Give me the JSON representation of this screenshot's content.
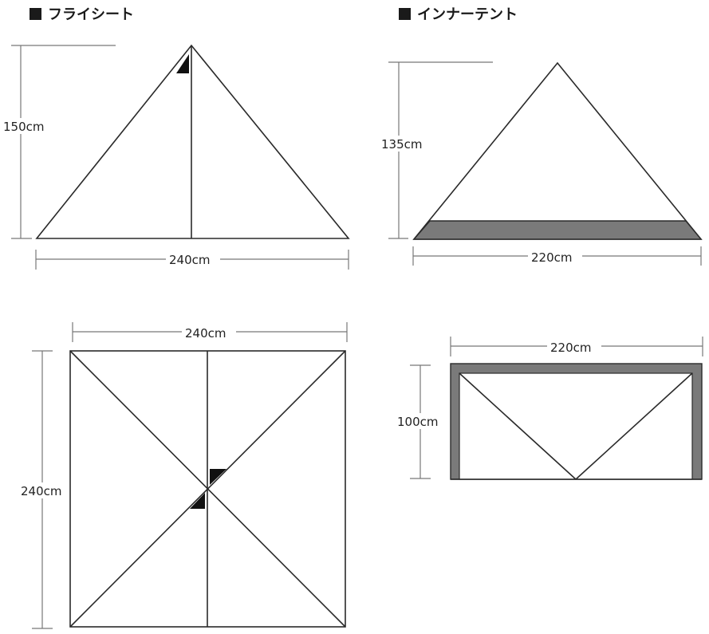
{
  "titles": {
    "fly_sheet": "フライシート",
    "inner_tent": "インナーテント"
  },
  "dimensions": {
    "fly_height": "150cm",
    "fly_width": "240cm",
    "inner_height": "135cm",
    "inner_width": "220cm",
    "fly_plan_width": "240cm",
    "fly_plan_depth": "240cm",
    "inner_plan_width": "220cm",
    "inner_plan_depth": "100cm"
  },
  "colors": {
    "line": "#2a2a2a",
    "floor_gray": "#7a7a7a",
    "marker": "#111111"
  }
}
